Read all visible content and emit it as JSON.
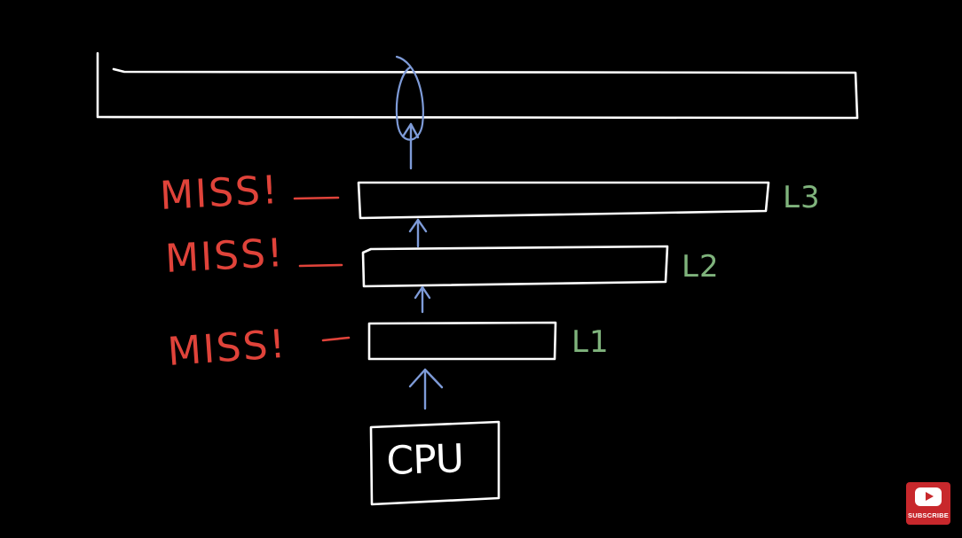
{
  "diagram": {
    "miss_labels": [
      "MISS!",
      "MISS!",
      "MISS!"
    ],
    "levels": [
      "L3",
      "L2",
      "L1"
    ],
    "cpu_label": "CPU"
  },
  "colors": {
    "background": "#000000",
    "box_stroke": "#ffffff",
    "miss_red": "#e0433a",
    "level_green": "#7fb37c",
    "arrow_blue": "#7e9bd8"
  },
  "subscribe": {
    "label": "SUBSCRIBE",
    "icon": "youtube-play-icon"
  }
}
